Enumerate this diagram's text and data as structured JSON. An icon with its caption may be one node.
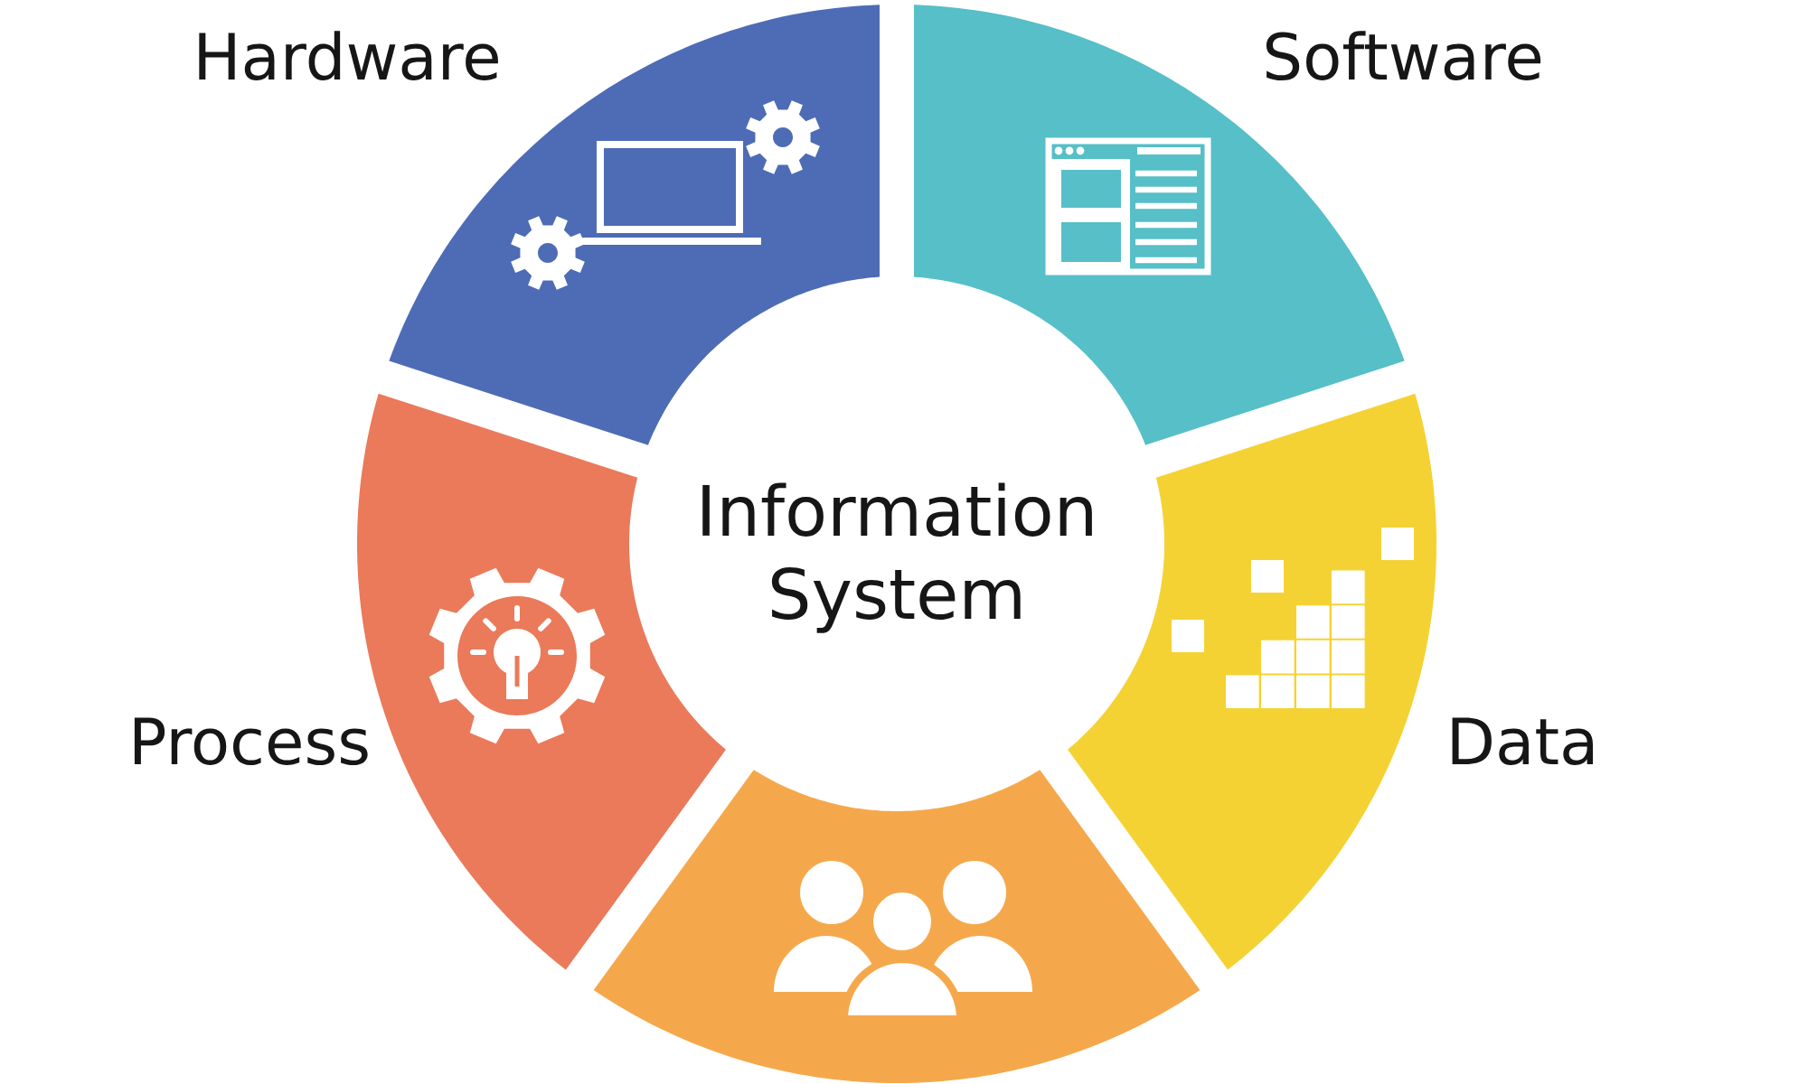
{
  "diagram": {
    "nodes": [
      {
        "text": [
          "Hardware"
        ]
      },
      {
        "text": [
          "Software"
        ]
      },
      {
        "text": [
          "Information System"
        ]
      },
      {
        "text": [
          "Process"
        ]
      },
      {
        "text": [
          "Data"
        ]
      },
      {
        "text": [],
        "shape": "segment"
      }
    ]
  }
}
